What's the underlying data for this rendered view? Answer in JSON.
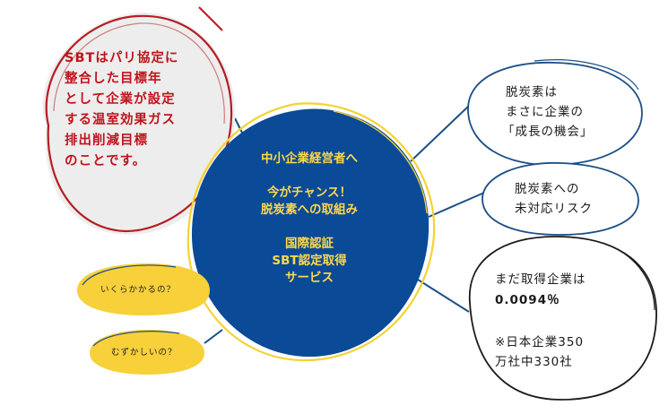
{
  "colors": {
    "center_fill": "#0a4a97",
    "center_ring": "#f5d234",
    "center_text": "#ffd84a",
    "red_text": "#c0141c",
    "red_outline": "#b51d22",
    "pill_fill": "#f7d03a",
    "connector": "#1c4f86",
    "bubble_outline": "#1c4f86"
  },
  "definition_bubble": {
    "lines": [
      "SBTはパリ協定に",
      "整合した目標年",
      "として企業が設定",
      "する温室効果ガス",
      "排出削減目標",
      "のことです。"
    ]
  },
  "center": {
    "line1": "中小企業経営者へ",
    "line2": "今がチャンス！",
    "line3": "脱炭素への取組み",
    "line4": "国際認証",
    "line5": "SBT認定取得",
    "line6": "サービス"
  },
  "opportunity_bubble": {
    "lines": [
      "脱炭素は",
      "まさに企業の",
      "「成長の機会」"
    ]
  },
  "risk_bubble": {
    "lines": [
      "脱炭素への",
      "未対応リスク"
    ]
  },
  "stats_bubble": {
    "line1": "まだ取得企業は",
    "line2": "0.0094％",
    "line3": "※日本企業350",
    "line4": "万社中330社"
  },
  "questions": {
    "cost": "いくらかかるの？",
    "difficulty": "むずかしいの？"
  }
}
